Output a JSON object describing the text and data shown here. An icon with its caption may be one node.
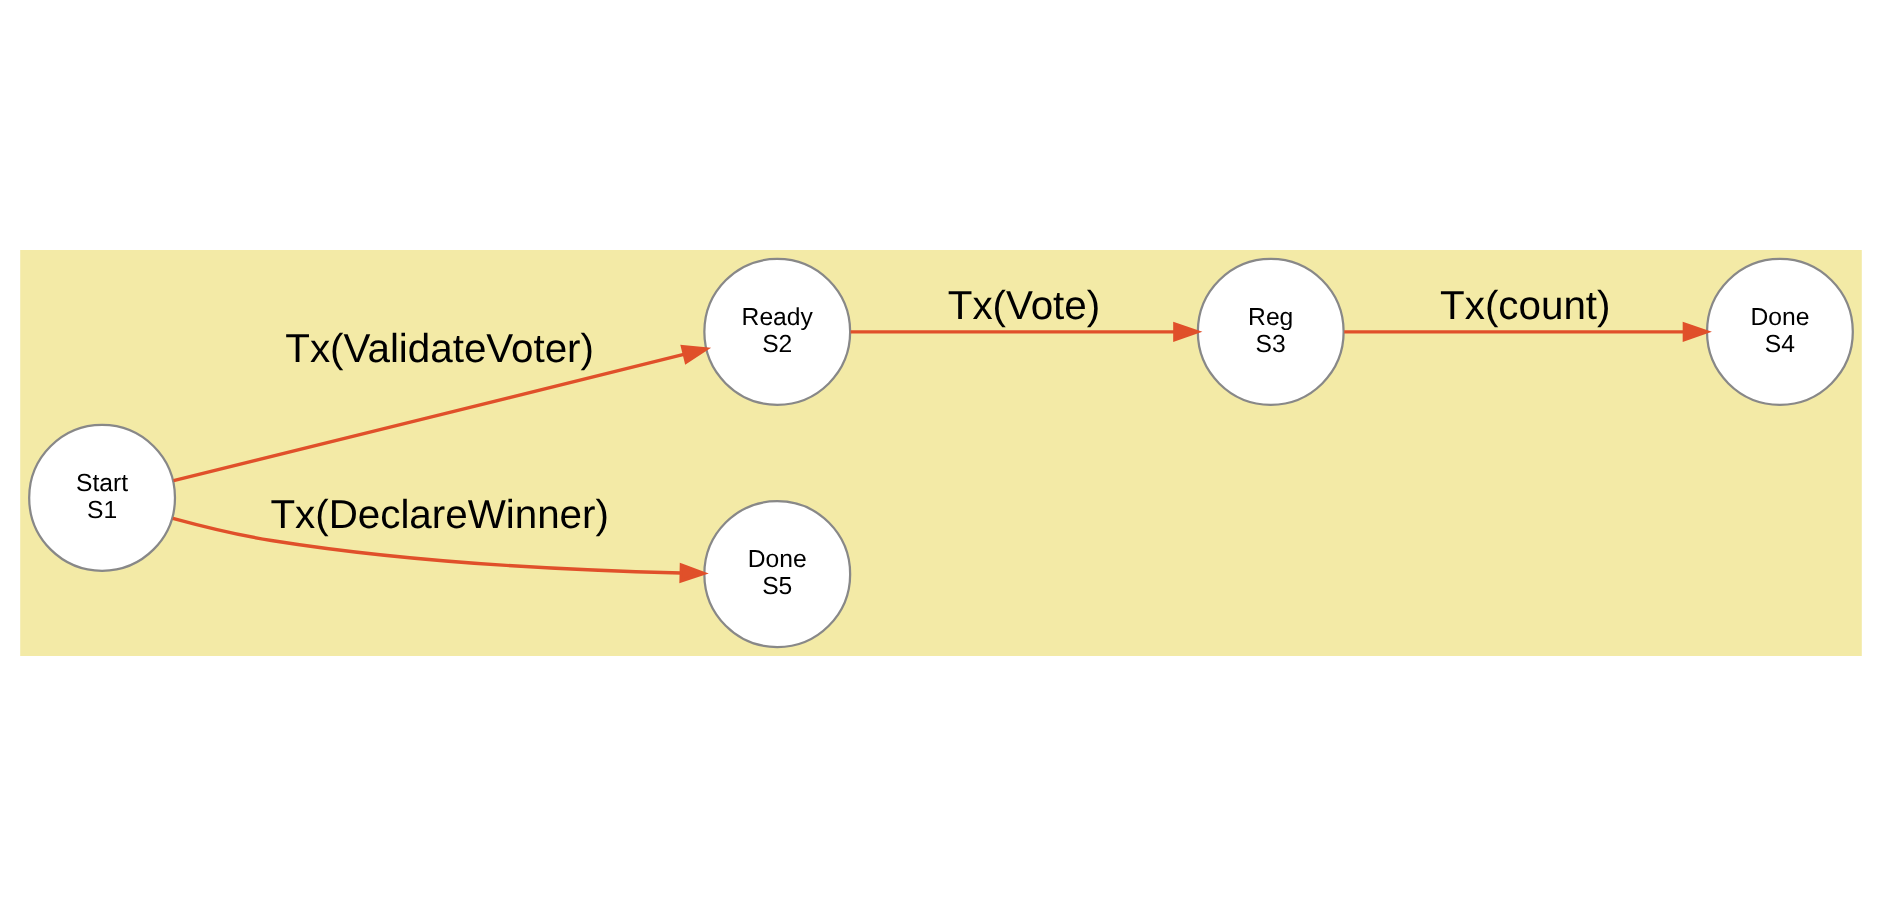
{
  "diagram": {
    "nodes": [
      {
        "text": [
          "Start",
          "S1"
        ]
      },
      {
        "text": [
          "Ready",
          "S2"
        ]
      },
      {
        "text": [
          "Reg",
          "S3"
        ]
      },
      {
        "text": [
          "Done",
          "S4"
        ]
      },
      {
        "text": [
          "Done",
          "S5"
        ]
      }
    ],
    "edges": [
      {
        "from": 0,
        "to": 1,
        "arrow": "to",
        "label": "Tx(ValidateVoter)"
      },
      {
        "from": 1,
        "to": 2,
        "arrow": "to",
        "label": "Tx(Vote)"
      },
      {
        "from": 2,
        "to": 3,
        "arrow": "to",
        "label": "Tx(count)"
      },
      {
        "from": 0,
        "to": 4,
        "arrow": "to",
        "label": "Tx(DeclareWinner)"
      }
    ]
  }
}
